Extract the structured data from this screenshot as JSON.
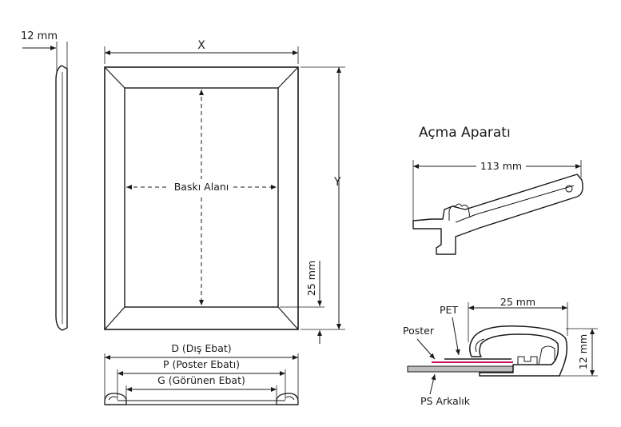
{
  "labels": {
    "side_depth": "12 mm",
    "width": "X",
    "height": "Y",
    "print_area": "Baskı Alanı",
    "frame_width": "25 mm",
    "outer_size": "D (Dış Ebat)",
    "poster_size": "P (Poster Ebatı)",
    "visible_size": "G (Görünen Ebat)",
    "opener_title": "Açma Aparatı",
    "opener_length": "113 mm",
    "profile_width": "25 mm",
    "profile_height": "12 mm",
    "pet": "PET",
    "poster": "Poster",
    "ps_back": "PS Arkalık"
  },
  "colors": {
    "line": "#1a1a1a",
    "poster_layer": "#c2185b",
    "ps_layer": "#bdbdbd"
  }
}
